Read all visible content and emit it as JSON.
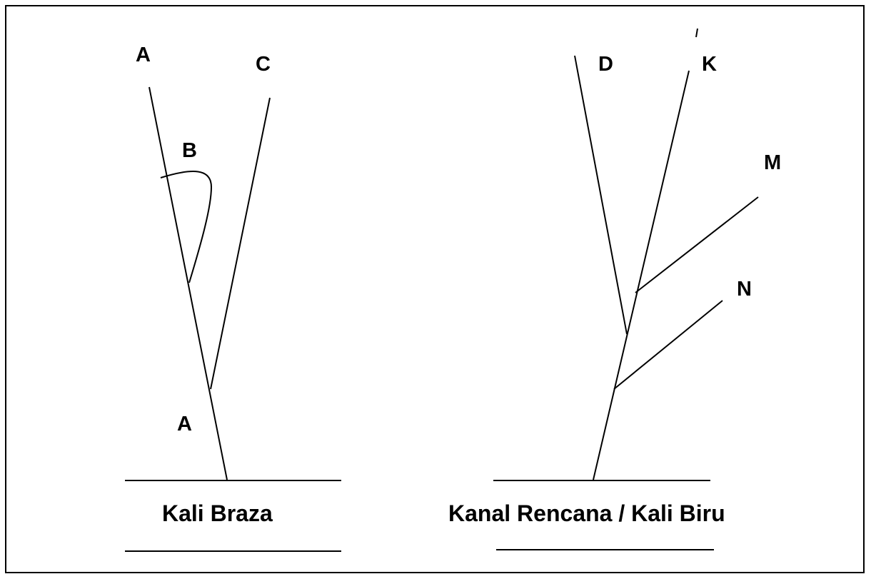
{
  "left_diagram": {
    "labels": {
      "a_top": "A",
      "b": "B",
      "c": "C",
      "a_bottom": "A"
    },
    "caption": "Kali Braza"
  },
  "right_diagram": {
    "labels": {
      "d": "D",
      "k": "K",
      "m": "M",
      "n": "N"
    },
    "caption": "Kanal Rencana / Kali Biru"
  },
  "colors": {
    "line": "#000000",
    "background": "#ffffff"
  }
}
